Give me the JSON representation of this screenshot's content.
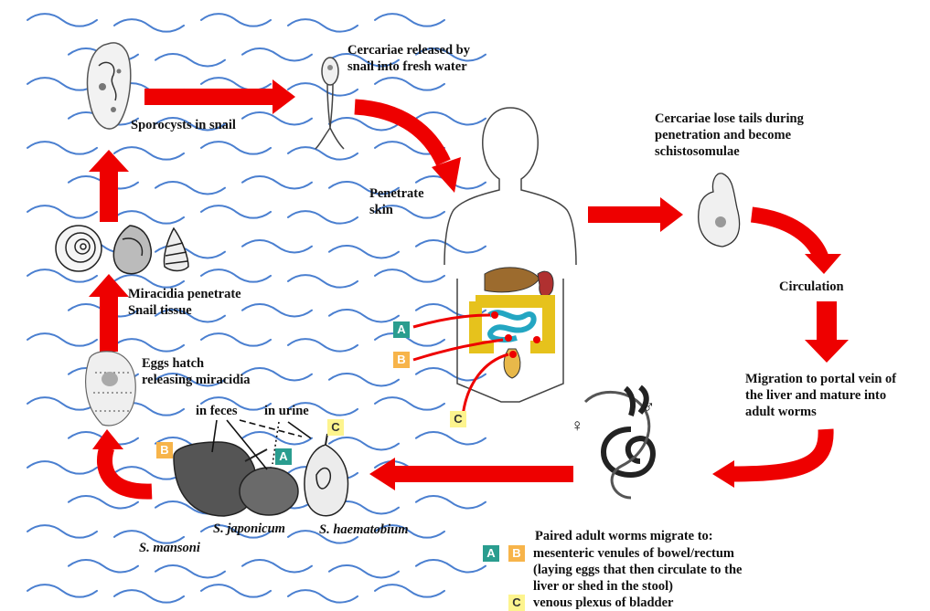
{
  "labels": {
    "sporocysts": "Sporocysts in snail",
    "cercariae_released": [
      "Cercariae released by",
      "snail into fresh water"
    ],
    "penetrate_skin": [
      "Penetrate",
      "skin"
    ],
    "cercariae_lose_tails": [
      "Cercariae lose tails during",
      "penetration and become",
      "schistosomulae"
    ],
    "circulation": "Circulation",
    "migration": [
      "Migration to portal vein of",
      "the liver and mature into",
      "adult worms"
    ],
    "miracidia_penetrate": [
      "Miracidia penetrate",
      "Snail tissue"
    ],
    "eggs_hatch": [
      "Eggs hatch",
      "releasing miracidia"
    ],
    "in_feces": "in feces",
    "in_urine": "in urine",
    "s_mansoni": "S. mansoni",
    "s_japonicum": "S. japonicum",
    "s_haematobium": "S. haematobium",
    "female_symbol": "♀",
    "male_symbol": "♂"
  },
  "badges": {
    "a": "A",
    "b": "B",
    "c": "C"
  },
  "legend": {
    "title": "Paired adult worms migrate to:",
    "ab_line1": "mesenteric venules of bowel/rectum",
    "ab_line2": "(laying eggs that then circulate to the",
    "ab_line3": "liver or shed in the stool)",
    "c_line": "venous plexus of bladder"
  },
  "colors": {
    "arrow": "#ee0000",
    "water": "#4a7fd0",
    "badge_a": "#2a9d8f",
    "badge_b": "#f7b44a",
    "badge_c": "#fdf48e"
  }
}
